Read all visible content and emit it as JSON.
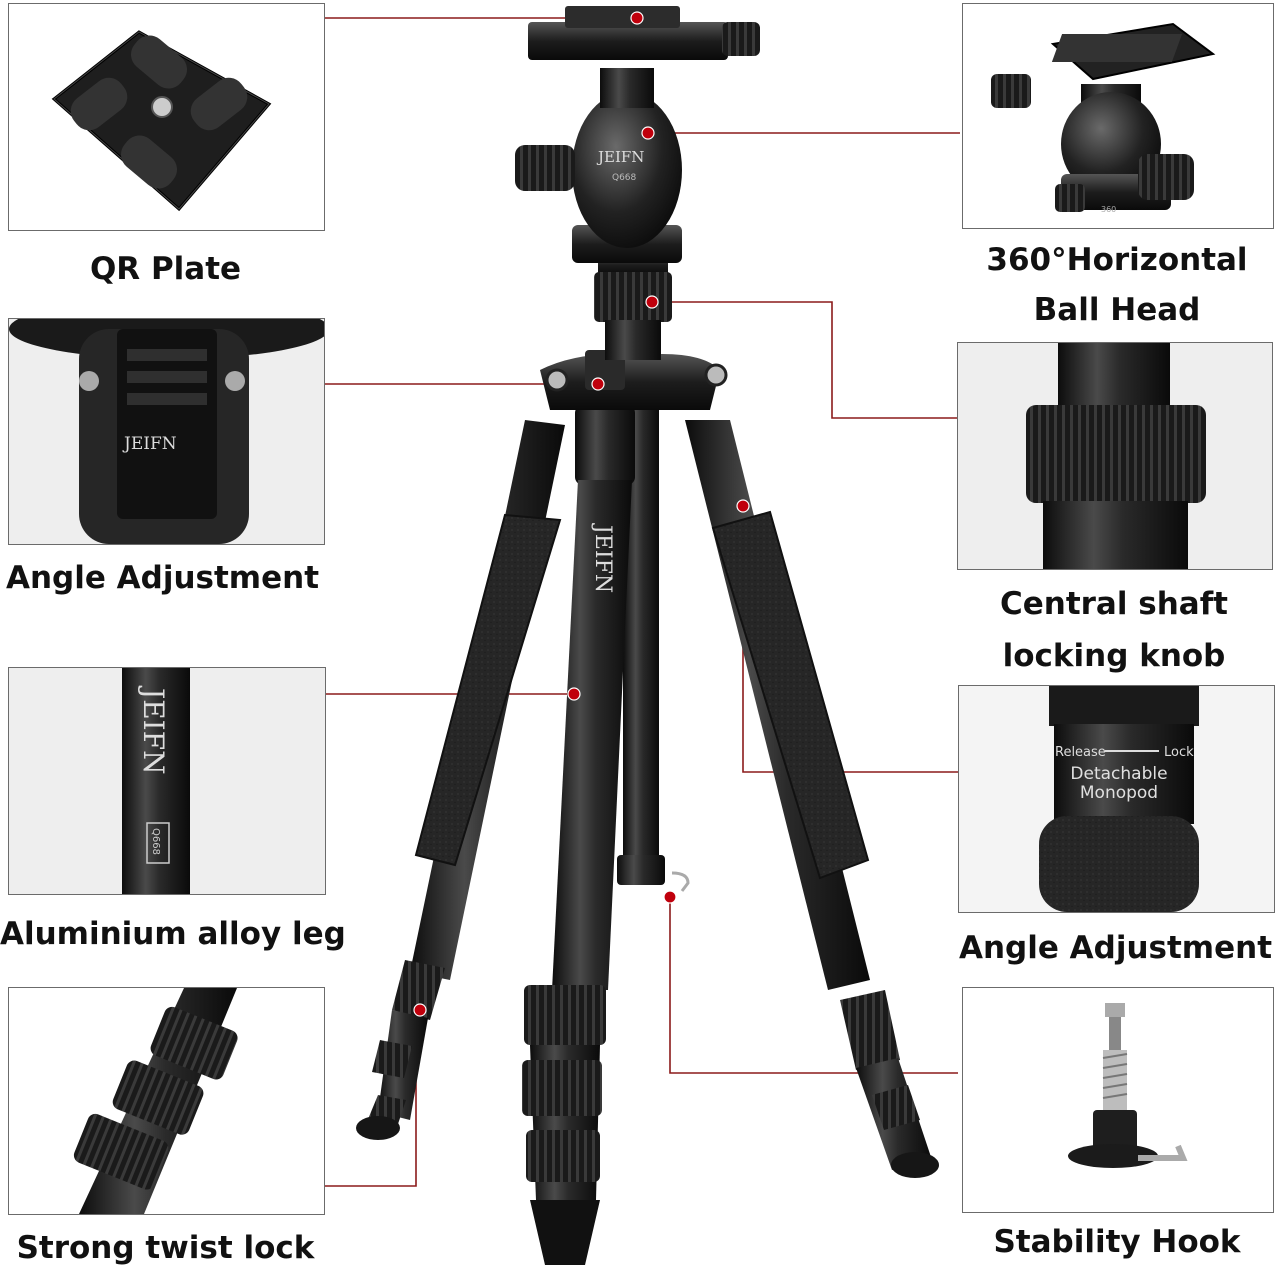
{
  "labels": {
    "qr_plate": "QR Plate",
    "angle_adjustment_left": "Angle Adjustment",
    "aluminium_alloy_leg": "Aluminium alloy leg",
    "strong_twist_lock": "Strong twist lock",
    "ball_head_line1": "360°Horizontal",
    "ball_head_line2": "Ball Head",
    "central_shaft_line1": "Central shaft",
    "central_shaft_line2": "locking knob",
    "angle_adjustment_right": "Angle Adjustment",
    "stability_hook": "Stability Hook"
  },
  "product_text": {
    "brand": "JEIFN",
    "model": "Q668",
    "monopod_release": "Release",
    "monopod_lock": "Lock",
    "monopod_line1": "Detachable",
    "monopod_line2": "Monopod",
    "scale_360": "360"
  },
  "colors": {
    "leader": "#8b1a1a",
    "marker": "#c0000c",
    "metal": "#1e1e1e",
    "foam": "#2a2a2a",
    "border": "#6b6b6b"
  }
}
